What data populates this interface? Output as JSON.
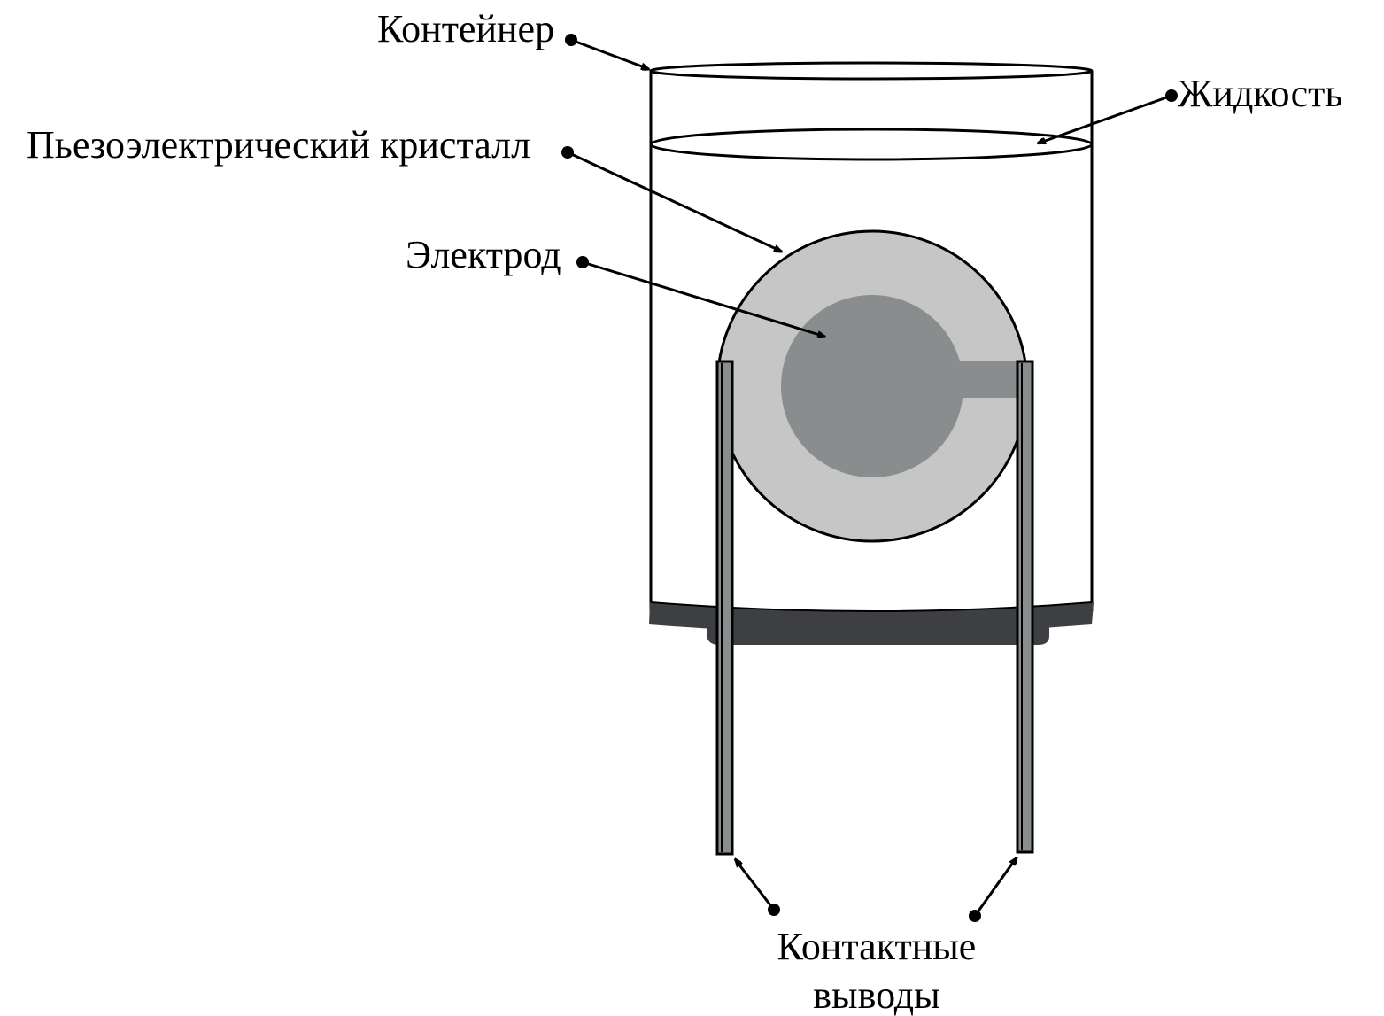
{
  "labels": {
    "container": "Контейнер",
    "liquid": "Жидкость",
    "crystal": "Пьезоэлектрический кристалл",
    "electrode": "Электрод",
    "leads_line1": "Контактные",
    "leads_line2": "выводы"
  },
  "colors": {
    "crystal": "#c5c6c5",
    "electrode": "#8a8d8e",
    "base": "#3d3f42",
    "lead": "#8a8d8e"
  }
}
